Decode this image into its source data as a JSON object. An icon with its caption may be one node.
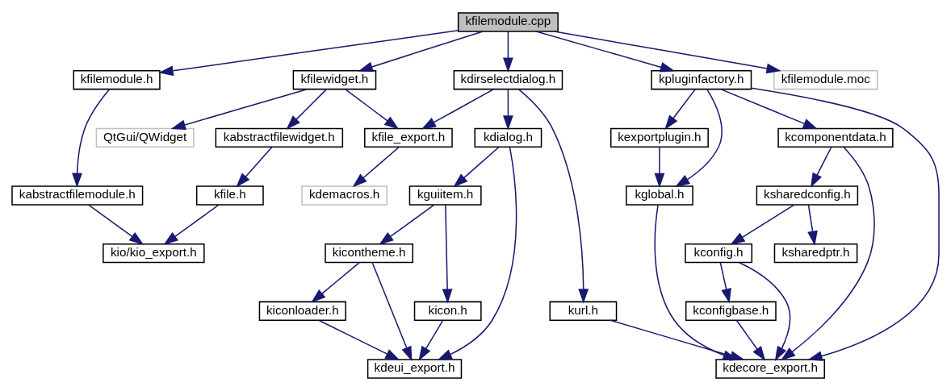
{
  "diagram": {
    "nodes": [
      {
        "text": [
          "kfilemodule.cpp"
        ]
      },
      {
        "text": [
          "kfilemodule.h"
        ]
      },
      {
        "text": [
          "kfilewidget.h"
        ]
      },
      {
        "text": [
          "kdirselectdialog.h"
        ]
      },
      {
        "text": [
          "kpluginfactory.h"
        ]
      },
      {
        "text": [
          "kfilemodule.moc"
        ]
      },
      {
        "text": [
          "QtGui/QWidget"
        ]
      },
      {
        "text": [
          "kabstractfilewidget.h"
        ]
      },
      {
        "text": [
          "kfile_export.h"
        ]
      },
      {
        "text": [
          "kdialog.h"
        ]
      },
      {
        "text": [
          "kexportplugin.h"
        ]
      },
      {
        "text": [
          "kcomponentdata.h"
        ]
      },
      {
        "text": [
          "kabstractfilemodule.h"
        ]
      },
      {
        "text": [
          "kfile.h"
        ]
      },
      {
        "text": [
          "kdemacros.h"
        ]
      },
      {
        "text": [
          "kguiitem.h"
        ]
      },
      {
        "text": [
          "kglobal.h"
        ]
      },
      {
        "text": [
          "ksharedconfig.h"
        ]
      },
      {
        "text": [
          "kio/kio_export.h"
        ]
      },
      {
        "text": [
          "kicontheme.h"
        ]
      },
      {
        "text": [
          "kconfig.h"
        ]
      },
      {
        "text": [
          "ksharedptr.h"
        ]
      },
      {
        "text": [
          "kiconloader.h"
        ]
      },
      {
        "text": [
          "kicon.h"
        ]
      },
      {
        "text": [
          "kurl.h"
        ]
      },
      {
        "text": [
          "kconfigbase.h"
        ]
      },
      {
        "text": [
          "kdeui_export.h"
        ]
      },
      {
        "text": [
          "kdecore_export.h"
        ]
      }
    ],
    "edges": [
      {
        "from": 0,
        "to": 1,
        "arrow": "to"
      },
      {
        "from": 0,
        "to": 2,
        "arrow": "to"
      },
      {
        "from": 0,
        "to": 3,
        "arrow": "to"
      },
      {
        "from": 0,
        "to": 4,
        "arrow": "to"
      },
      {
        "from": 0,
        "to": 5,
        "arrow": "to"
      },
      {
        "from": 1,
        "to": 12,
        "arrow": "to"
      },
      {
        "from": 2,
        "to": 6,
        "arrow": "to"
      },
      {
        "from": 2,
        "to": 7,
        "arrow": "to"
      },
      {
        "from": 2,
        "to": 8,
        "arrow": "to"
      },
      {
        "from": 3,
        "to": 8,
        "arrow": "to"
      },
      {
        "from": 3,
        "to": 9,
        "arrow": "to"
      },
      {
        "from": 3,
        "to": 24,
        "arrow": "to"
      },
      {
        "from": 4,
        "to": 10,
        "arrow": "to"
      },
      {
        "from": 4,
        "to": 16,
        "arrow": "to"
      },
      {
        "from": 4,
        "to": 27,
        "arrow": "to"
      },
      {
        "from": 4,
        "to": 11,
        "arrow": "to"
      },
      {
        "from": 7,
        "to": 13,
        "arrow": "to"
      },
      {
        "from": 8,
        "to": 14,
        "arrow": "to"
      },
      {
        "from": 9,
        "to": 26,
        "arrow": "to"
      },
      {
        "from": 9,
        "to": 15,
        "arrow": "to"
      },
      {
        "from": 10,
        "to": 16,
        "arrow": "to"
      },
      {
        "from": 11,
        "to": 27,
        "arrow": "to"
      },
      {
        "from": 11,
        "to": 17,
        "arrow": "to"
      },
      {
        "from": 12,
        "to": 18,
        "arrow": "to"
      },
      {
        "from": 13,
        "to": 18,
        "arrow": "to"
      },
      {
        "from": 15,
        "to": 19,
        "arrow": "to"
      },
      {
        "from": 15,
        "to": 23,
        "arrow": "to"
      },
      {
        "from": 16,
        "to": 27,
        "arrow": "to"
      },
      {
        "from": 17,
        "to": 20,
        "arrow": "to"
      },
      {
        "from": 17,
        "to": 21,
        "arrow": "to"
      },
      {
        "from": 19,
        "to": 26,
        "arrow": "to"
      },
      {
        "from": 19,
        "to": 22,
        "arrow": "to"
      },
      {
        "from": 20,
        "to": 27,
        "arrow": "to"
      },
      {
        "from": 20,
        "to": 25,
        "arrow": "to"
      },
      {
        "from": 22,
        "to": 26,
        "arrow": "to"
      },
      {
        "from": 23,
        "to": 26,
        "arrow": "to"
      },
      {
        "from": 24,
        "to": 27,
        "arrow": "to"
      },
      {
        "from": 25,
        "to": 27,
        "arrow": "to"
      }
    ]
  }
}
